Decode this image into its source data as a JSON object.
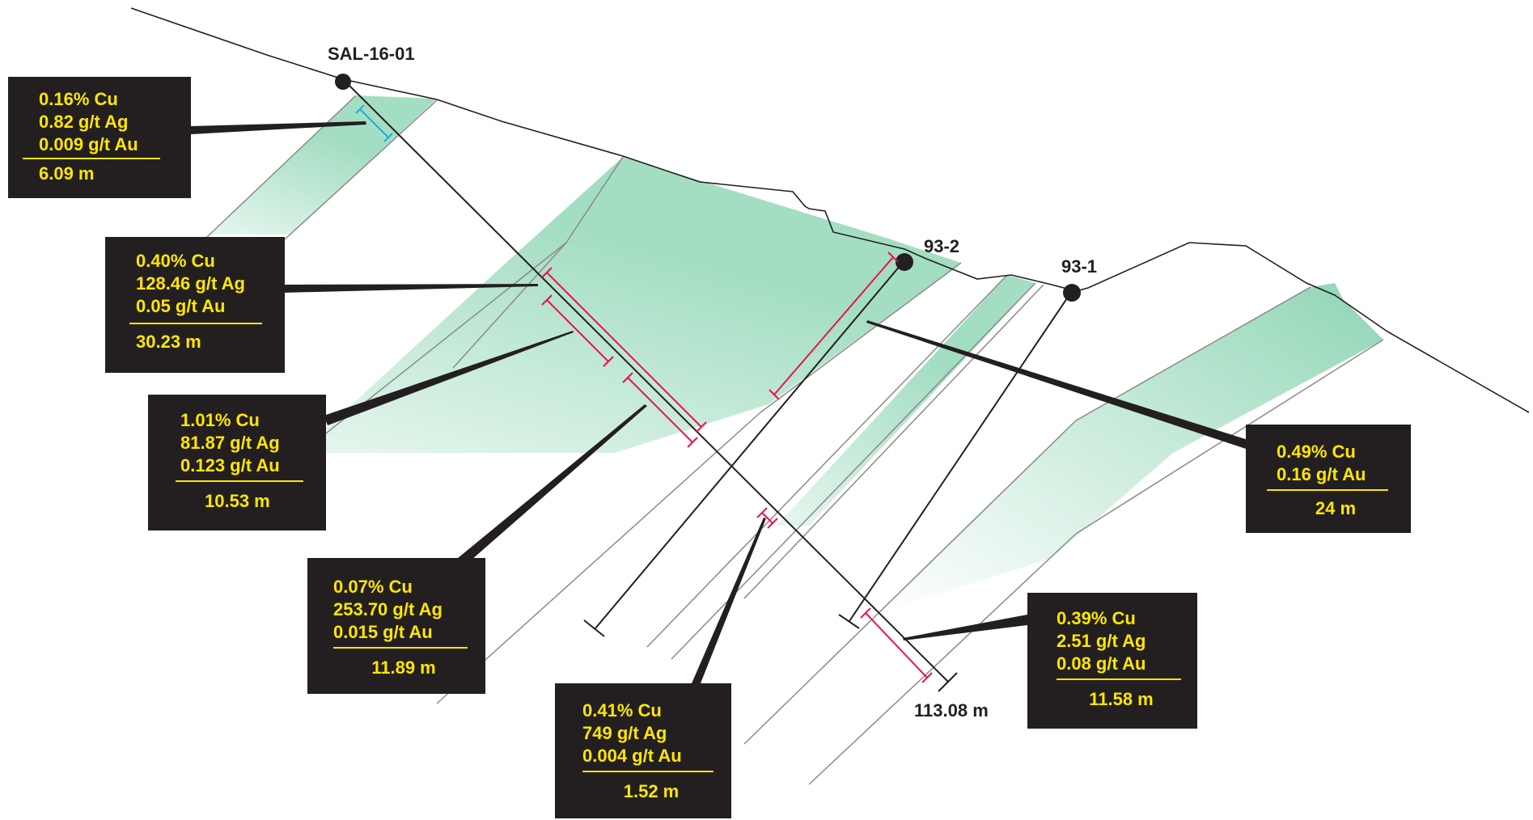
{
  "collars": {
    "sal_16_01": "SAL-16-01",
    "h93_2": "93-2",
    "h93_1": "93-1"
  },
  "end_of_hole_depth": "113.08 m",
  "intercepts": [
    {
      "id": "i1",
      "lines": [
        "0.16% Cu",
        "0.82 g/t Ag",
        "0.009 g/t Au"
      ],
      "length": "6.09 m"
    },
    {
      "id": "i2",
      "lines": [
        "0.40% Cu",
        "128.46 g/t Ag",
        "0.05 g/t Au"
      ],
      "length": "30.23 m"
    },
    {
      "id": "i3",
      "lines": [
        "1.01% Cu",
        "81.87 g/t Ag",
        "0.123 g/t Au"
      ],
      "length": "10.53 m"
    },
    {
      "id": "i4",
      "lines": [
        "0.07% Cu",
        "253.70 g/t Ag",
        "0.015 g/t Au"
      ],
      "length": "11.89 m"
    },
    {
      "id": "i5",
      "lines": [
        "0.41% Cu",
        "749 g/t Ag",
        "0.004 g/t Au"
      ],
      "length": "1.52 m"
    },
    {
      "id": "i6",
      "lines": [
        "0.39% Cu",
        "2.51 g/t Ag",
        "0.08 g/t Au"
      ],
      "length": "11.58 m"
    },
    {
      "id": "i7",
      "lines": [
        "0.49% Cu",
        "0.16 g/t Au"
      ],
      "length": "24 m"
    }
  ],
  "colors": {
    "box_background": "#231f20",
    "box_text": "#ffe600",
    "intercept_marker": "#e8134f",
    "intercept_marker_short": "#29a8e0",
    "mineralized_zone": "#9fdcbf",
    "outline": "#231f20",
    "zone_boundary": "#8a8a8a"
  }
}
